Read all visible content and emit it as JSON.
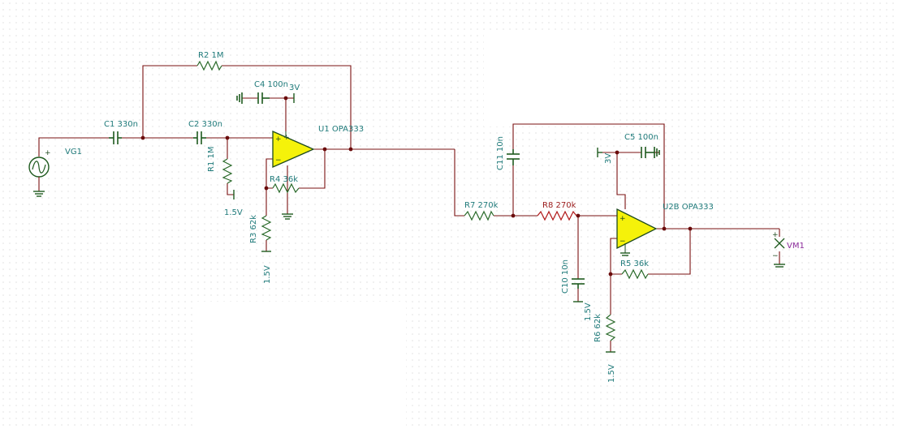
{
  "schematic": {
    "components": {
      "vg1": "VG1",
      "c1": "C1 330n",
      "c2": "C2 330n",
      "r2": "R2 1M",
      "c4": "C4 100n",
      "c4_supply": "3V",
      "r1": "R1 1M",
      "r1_bias": "1.5V",
      "r4": "R4 36k",
      "r3": "R3 62k",
      "r3_bias": "1.5V",
      "u1": "U1 OPA333",
      "c11": "C11 10n",
      "c5": "C5 100n",
      "c5_supply": "3V",
      "r7": "R7 270k",
      "r8": "R8 270k",
      "u2b": "U2B OPA333",
      "c10": "C10 10n",
      "c10_bias": "1.5V",
      "r5": "R5 36k",
      "r6": "R6 62k",
      "r6_bias": "1.5V",
      "vm1": "VM1"
    },
    "colors": {
      "wire": "#7a1010",
      "label": "#1f7a7a",
      "label_selected": "#9b1b1b",
      "meter_label": "#8a2a9a",
      "opamp_fill": "#f5f20a",
      "component": "#2a6a2a",
      "grid_dot": "#c8c8c8"
    }
  }
}
